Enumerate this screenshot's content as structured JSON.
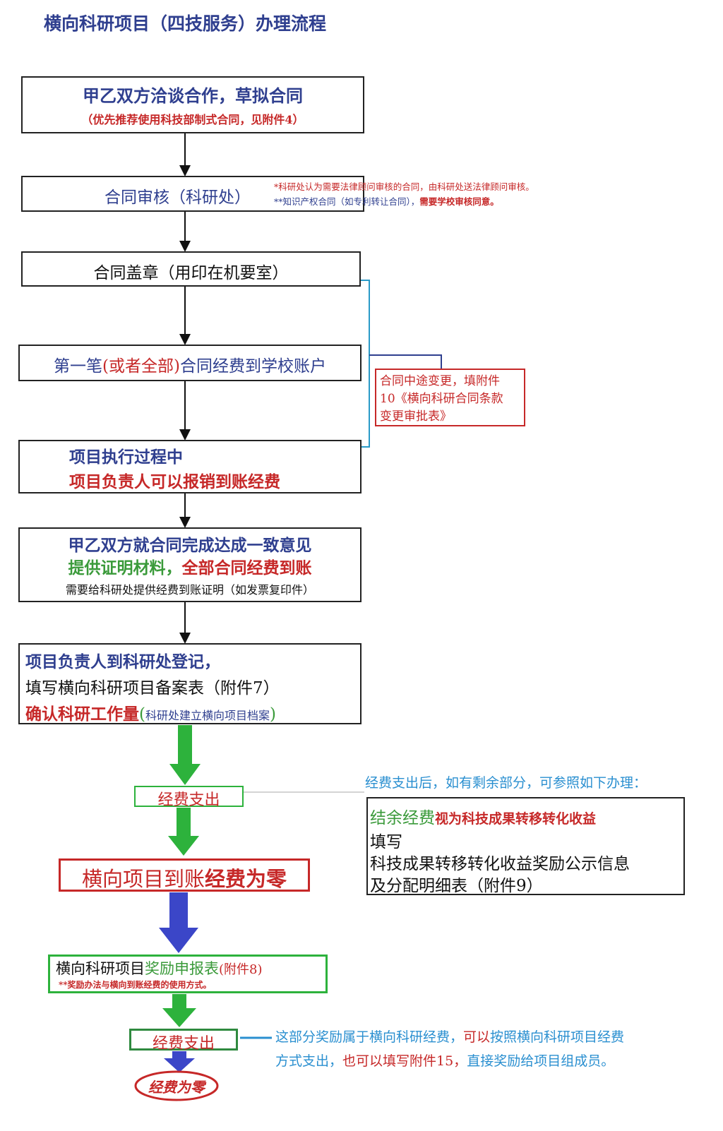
{
  "title": "横向科研项目（四技服务）办理流程",
  "step1": {
    "line1": "甲乙双方洽谈合作，草拟合同",
    "line2": "（优先推荐使用科技部制式合同，见附件4）"
  },
  "step2": {
    "label": "合同审核（科研处）",
    "note1": "*科研处认为需要法律顾问审核的合同，由科研处送法律顾问审核。",
    "note2a": "**知识产权合同（如专利转让合同），",
    "note2b": "需要学校审核同意。"
  },
  "step3": {
    "label": "合同盖章（用印在机要室）"
  },
  "step4": {
    "a": "第一笔",
    "b": "(或者全部)",
    "c": "合同经费到学校账户"
  },
  "side_note": {
    "line1": "合同中途变更，填附件",
    "line2": "10《横向科研合同条款",
    "line3": "变更审批表》"
  },
  "step5": {
    "line1": "项目执行过程中",
    "line2": "项目负责人可以报销到账经费"
  },
  "step6": {
    "line1": "甲乙双方就合同完成达成一致意见",
    "line2a": "提供证明材料，",
    "line2b": "全部合同经费到账",
    "line3": "需要给科研处提供经费到账证明（如发票复印件）"
  },
  "step7": {
    "line1": "项目负责人到科研处登记，",
    "line2": "填写横向科研项目备案表（附件7）",
    "line3a": "确认科研工作量",
    "line3b": "(",
    "line3c": "科研处建立横向项目档案",
    "line3d": ")"
  },
  "expense1": {
    "label": "经费支出"
  },
  "surplus": {
    "heading": "经费支出后，如有剩余部分，可参照如下办理：",
    "a": "结余经费",
    "b": "视为科技成果转移转化收益",
    "c": "填写",
    "d": "科技成果转移转化收益奖励公示信息",
    "e": "及分配明细表（附件9）"
  },
  "zero": {
    "a": "横向项目到账",
    "b": "经费为零"
  },
  "reward": {
    "a": "横向科研项目",
    "b": "奖励申报表",
    "c": "(附件8)",
    "note": "**奖励办法与横向到账经费的使用方式。"
  },
  "expense2": {
    "label": "经费支出"
  },
  "reward_note": {
    "l1a": "这部分奖励属于横向科研经费，",
    "l1b": "可以",
    "l1c": "按照横向科研项目经费",
    "l2a": "方式支出，",
    "l2b": "也可以填写附件15，",
    "l2c": "直接奖励给项目组成员。"
  },
  "end": {
    "label": "经费为零"
  }
}
